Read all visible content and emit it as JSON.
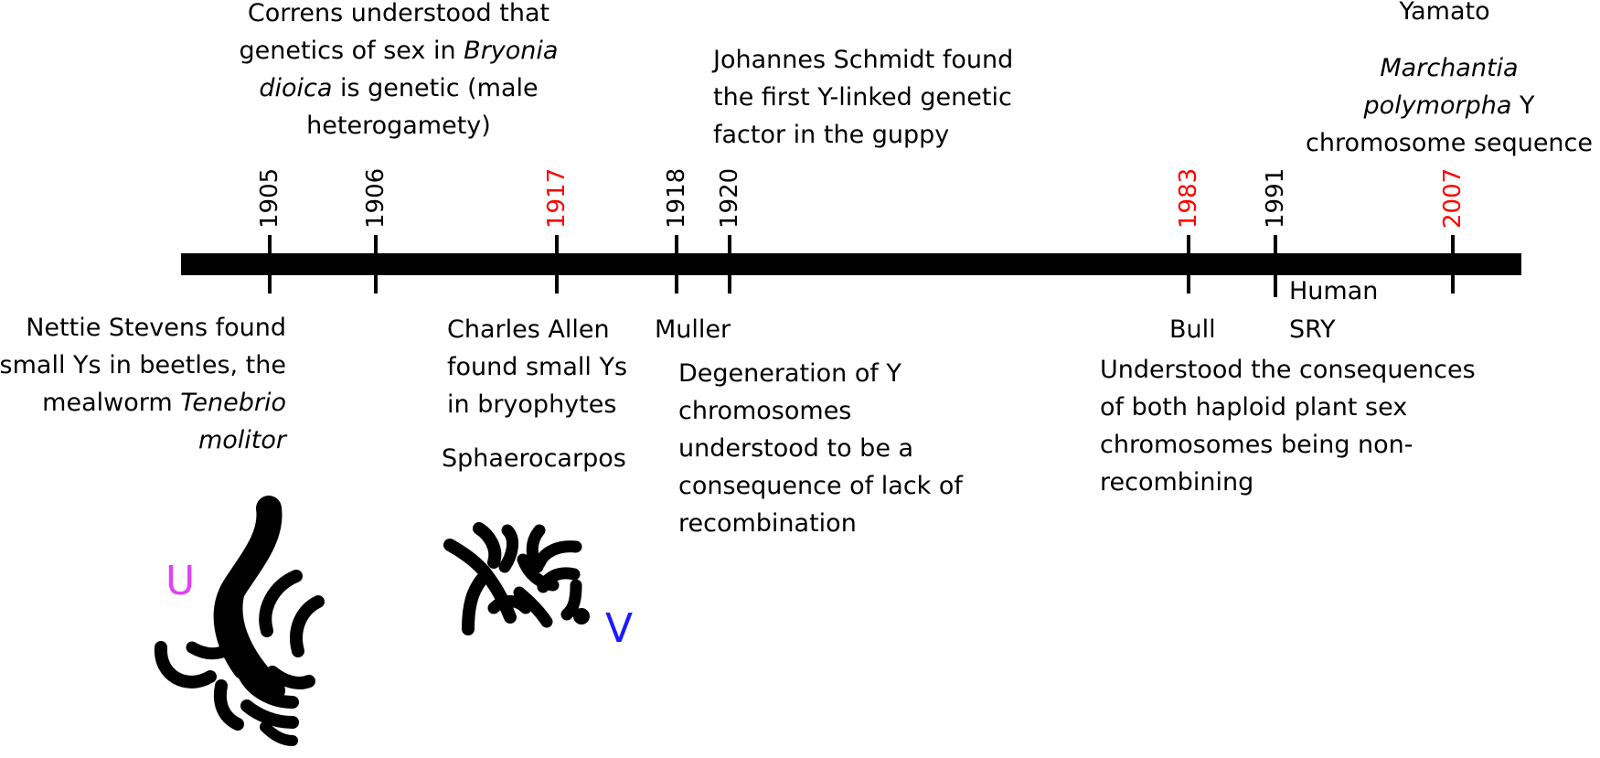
{
  "colors": {
    "axis": "#000000",
    "highlight_year": "#ff0000",
    "letter_u": "#e040fb",
    "letter_v": "#1a1aff"
  },
  "years": {
    "y1905": "1905",
    "y1906": "1906",
    "y1917": "1917",
    "y1918": "1918",
    "y1920": "1920",
    "y1983": "1983",
    "y1991": "1991",
    "y2007": "2007"
  },
  "highlighted_years": [
    "1917",
    "1983",
    "2007"
  ],
  "events": {
    "stevens": {
      "line1": "Nettie Stevens found",
      "line2": "small Ys in beetles, the",
      "line3_a": "mealworm ",
      "line3_b": "Tenebrio",
      "line4": "molitor"
    },
    "correns": {
      "line1": "Correns understood that",
      "line2_a": "genetics of sex in ",
      "line2_b": "Bryonia",
      "line3_a": "dioica",
      "line3_b": " is genetic (male",
      "line4": "heterogamety)"
    },
    "allen": {
      "line1": "Charles Allen",
      "line2": "found small Ys",
      "line3": "in bryophytes",
      "genus": "Sphaerocarpos"
    },
    "muller": {
      "name": "Muller",
      "line1": "Degeneration of Y",
      "line2": "chromosomes",
      "line3": "understood to be a",
      "line4": "consequence of lack of",
      "line5": "recombination"
    },
    "schmidt": {
      "line1": "Johannes Schmidt found",
      "line2": "the first Y-linked genetic",
      "line3": "factor in the guppy"
    },
    "bull": {
      "name": "Bull",
      "line1": "Understood the consequences",
      "line2": "of both haploid plant sex",
      "line3": "chromosomes being non-",
      "line4": "recombining"
    },
    "human_sry": {
      "line1": "Human",
      "line2": "SRY"
    },
    "yamato": {
      "name": "Yamato",
      "line1": "Marchantia",
      "line2_a": "polymorpha",
      "line2_b": " Y",
      "line3": "chromosome sequence"
    }
  },
  "figure_labels": {
    "u": "U",
    "v": "V"
  }
}
